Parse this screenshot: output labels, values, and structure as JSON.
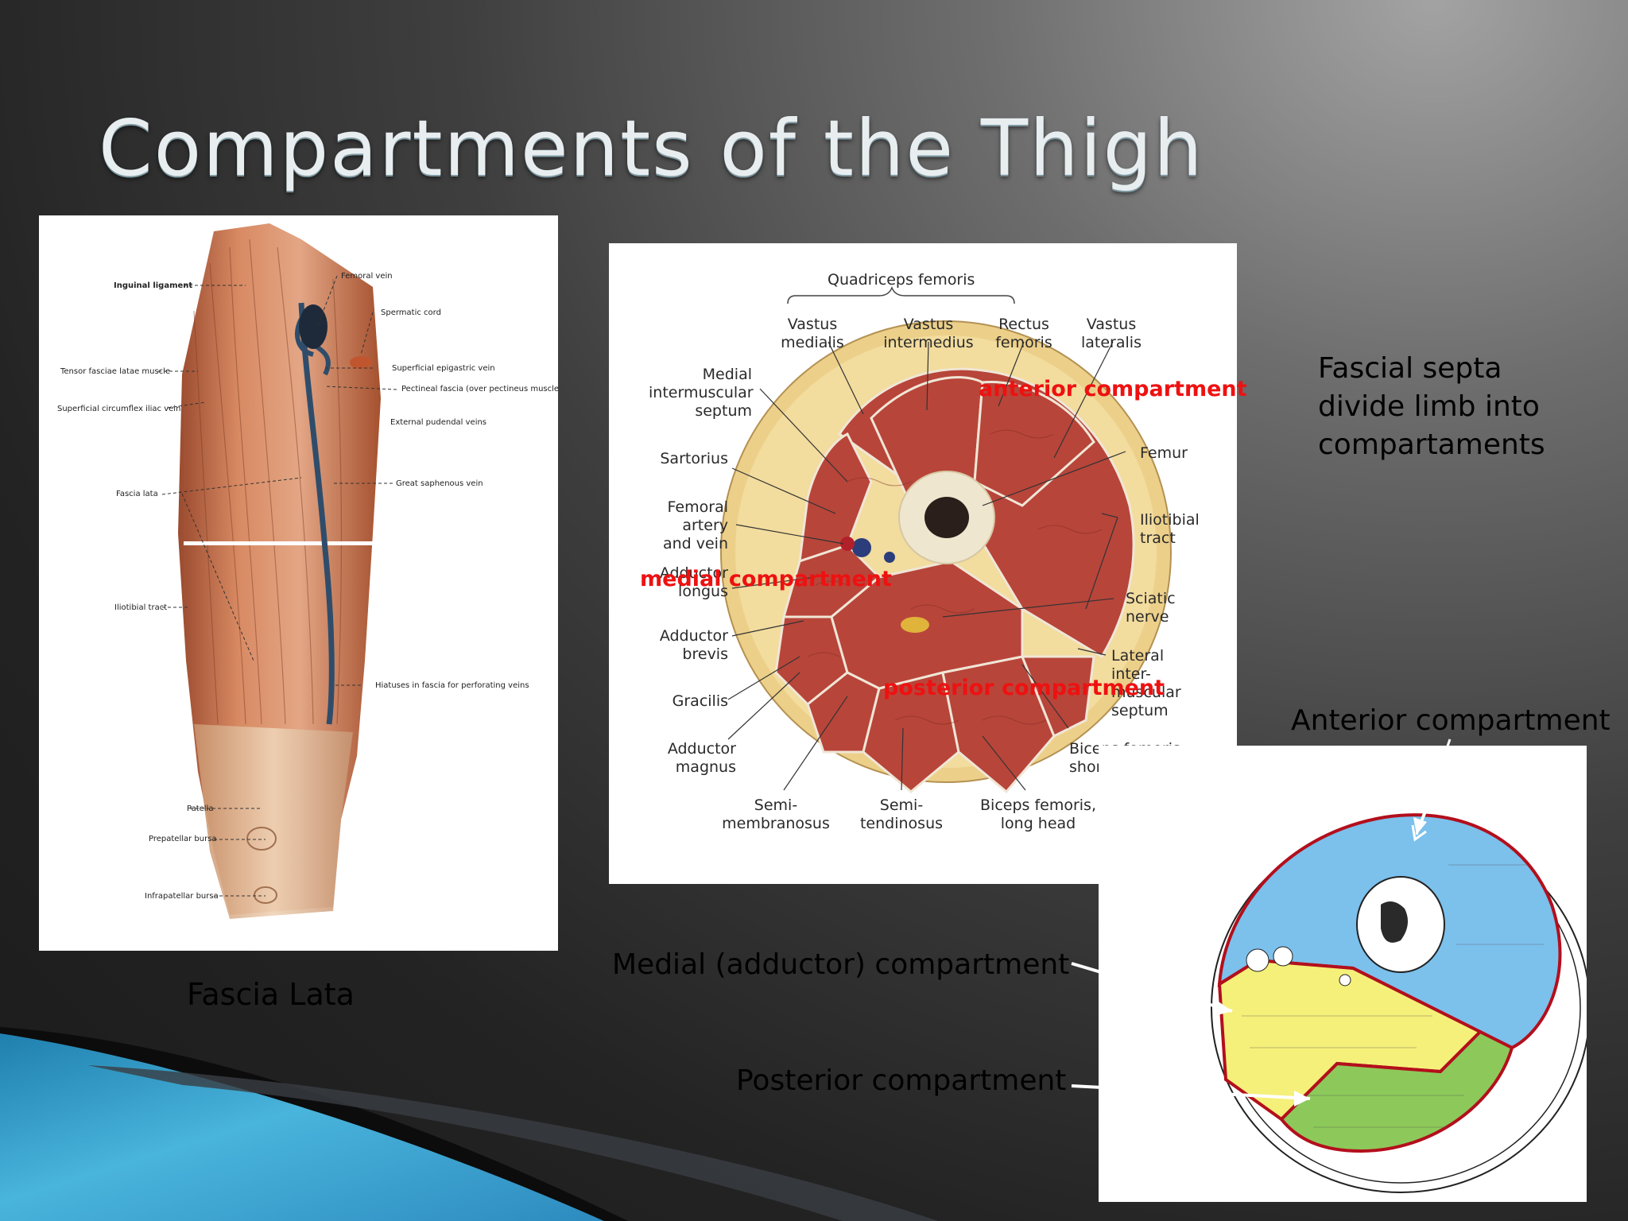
{
  "slide": {
    "title": "Compartments of the Thigh",
    "left_caption": "Fascia Lata",
    "side_text": [
      "Fascial septa",
      "divide limb into",
      "compartaments"
    ],
    "bottom_labels": {
      "anterior": "Anterior compartment",
      "medial": "Medial (adductor) compartment",
      "posterior": "Posterior compartment"
    }
  },
  "left_figure": {
    "labels": {
      "femoral_vein": "Femoral vein",
      "inguinal_ligament": "Inguinal ligament",
      "spermatic_cord": "Spermatic cord",
      "tensor_fasciae_latae": "Tensor fasciae latae muscle",
      "superficial_epigastric_vein": "Superficial epigastric vein",
      "pectineal_fascia": "Pectineal fascia (over pectineus muscle)",
      "superficial_circumflex_iliac_vein": "Superficial circumflex iliac vein",
      "external_pudendal_veins": "External pudendal veins",
      "fascia_lata": "Fascia lata",
      "great_saphenous_vein": "Great saphenous vein",
      "iliotibial_tract": "Iliotibial tract",
      "hiatuses": "Hiatuses in fascia for perforating veins",
      "patella": "Patella",
      "prepatellar_bursa": "Prepatellar bursa",
      "infrapatellar_bursa": "Infrapatellar bursa"
    }
  },
  "center_figure": {
    "labels": {
      "quadriceps": "Quadriceps femoris",
      "vastus_medialis": "Vastus\nmedialis",
      "vastus_intermedius": "Vastus\nintermedius",
      "rectus_femoris": "Rectus\nfemoris",
      "vastus_lateralis": "Vastus\nlateralis",
      "medial_intermuscular_septum": "Medial\nintermuscular\nseptum",
      "sartorius": "Sartorius",
      "femoral_artery_vein": "Femoral\nartery\nand vein",
      "adductor_longus": "Adductor\nlongus",
      "adductor_brevis": "Adductor\nbrevis",
      "gracilis": "Gracilis",
      "adductor_magnus": "Adductor\nmagnus",
      "semimembranosus": "Semi-\nmembranosus",
      "semitendinosus": "Semi-\ntendinosus",
      "biceps_long": "Biceps femoris,\nlong head",
      "biceps_short": "Biceps femoris,\nshort head",
      "lateral_septum": "Lateral\ninter-\nmuscular\nseptum",
      "sciatic_nerve": "Sciatic\nnerve",
      "iliotibial_tract": "Iliotibial\ntract",
      "femur": "Femur"
    },
    "overlays": {
      "anterior": "anterior compartment",
      "medial": "medial compartment",
      "posterior": "posterior compartment"
    }
  },
  "colors": {
    "overlay_red": "#ee1111",
    "muscle": "#b8453a",
    "anterior_blue": "#7cc0ec",
    "medial_yellow": "#f5f07a",
    "posterior_green": "#8cc95a",
    "fascia_red": "#b30f1c"
  }
}
